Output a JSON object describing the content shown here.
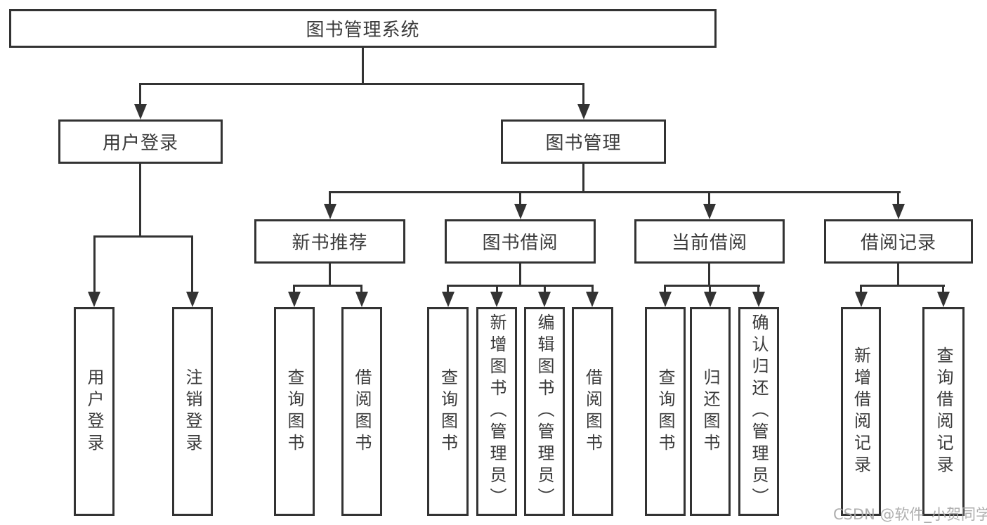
{
  "diagram": {
    "tree": {
      "root": {
        "label": "图书管理系统"
      },
      "children": [
        {
          "label": "用户登录",
          "children": [
            {
              "label": "用户登录"
            },
            {
              "label": "注销登录"
            }
          ]
        },
        {
          "label": "图书管理",
          "children": [
            {
              "label": "新书推荐",
              "children": [
                {
                  "label": "查询图书"
                },
                {
                  "label": "借阅图书"
                }
              ]
            },
            {
              "label": "图书借阅",
              "children": [
                {
                  "label": "查询图书"
                },
                {
                  "label": "新增图书（管理员）"
                },
                {
                  "label": "编辑图书（管理员）"
                },
                {
                  "label": "借阅图书"
                }
              ]
            },
            {
              "label": "当前借阅",
              "children": [
                {
                  "label": "查询图书"
                },
                {
                  "label": "归还图书"
                },
                {
                  "label": "确认归还（管理员）"
                }
              ]
            },
            {
              "label": "借阅记录",
              "children": [
                {
                  "label": "新增借阅记录"
                },
                {
                  "label": "查询借阅记录"
                }
              ]
            }
          ]
        }
      ]
    }
  },
  "watermark": {
    "text": "CSDN @软件_小贺同学"
  },
  "colors": {
    "line": "#333333",
    "text": "#3b3b3b",
    "watermark": "#a8a8a8",
    "background": "#ffffff"
  }
}
